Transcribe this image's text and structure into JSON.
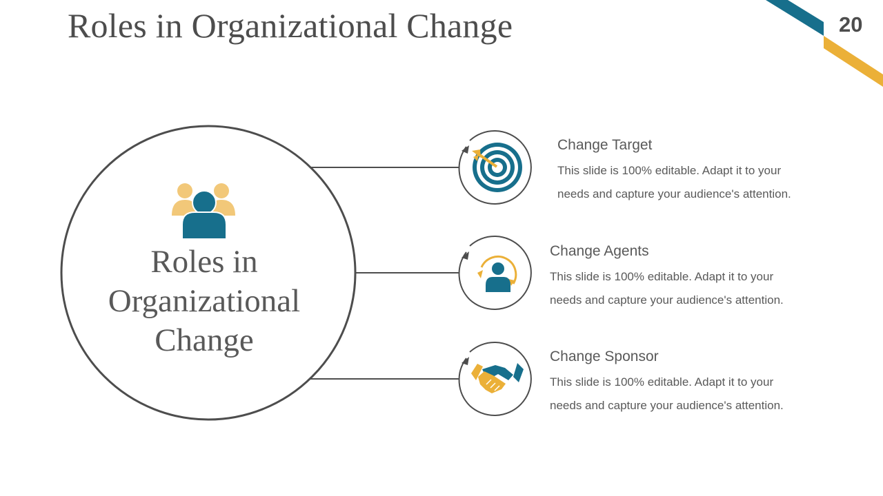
{
  "slide": {
    "title": "Roles in Organizational Change",
    "page_number": "20"
  },
  "colors": {
    "teal": "#176f8c",
    "gold": "#ebb038",
    "light_gold": "#f2c879",
    "outline": "#4d4d4d",
    "text": "#595959"
  },
  "center": {
    "icon": "people-group-icon",
    "title_lines": [
      "Roles in",
      "Organizational",
      "Change"
    ]
  },
  "items": [
    {
      "icon": "target-dart-icon",
      "title": "Change Target",
      "desc_lines": [
        "This slide is 100% editable. Adapt it to your",
        "needs and capture your audience's attention."
      ]
    },
    {
      "icon": "person-cycle-icon",
      "title": "Change Agents",
      "desc_lines": [
        "This slide is 100% editable. Adapt it to your",
        "needs and capture your audience's attention."
      ]
    },
    {
      "icon": "handshake-icon",
      "title": "Change Sponsor",
      "desc_lines": [
        "This slide is 100% editable. Adapt it to your",
        "needs and capture your audience's attention."
      ]
    }
  ]
}
